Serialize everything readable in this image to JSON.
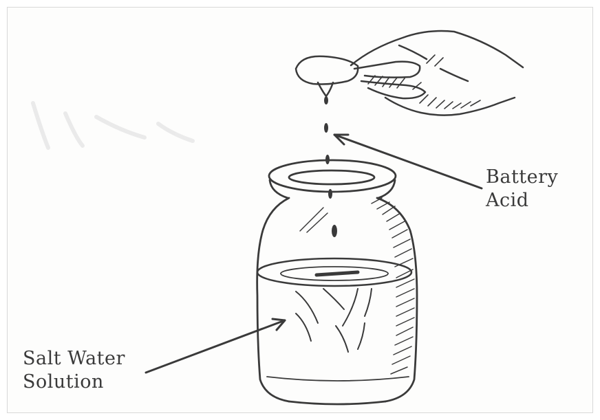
{
  "labels": {
    "battery_acid": [
      "Battery",
      "Acid"
    ],
    "salt_water": [
      "Salt Water",
      "Solution"
    ]
  },
  "colors": {
    "ink": "#3a3a3a",
    "background": "#fdfdfc"
  }
}
